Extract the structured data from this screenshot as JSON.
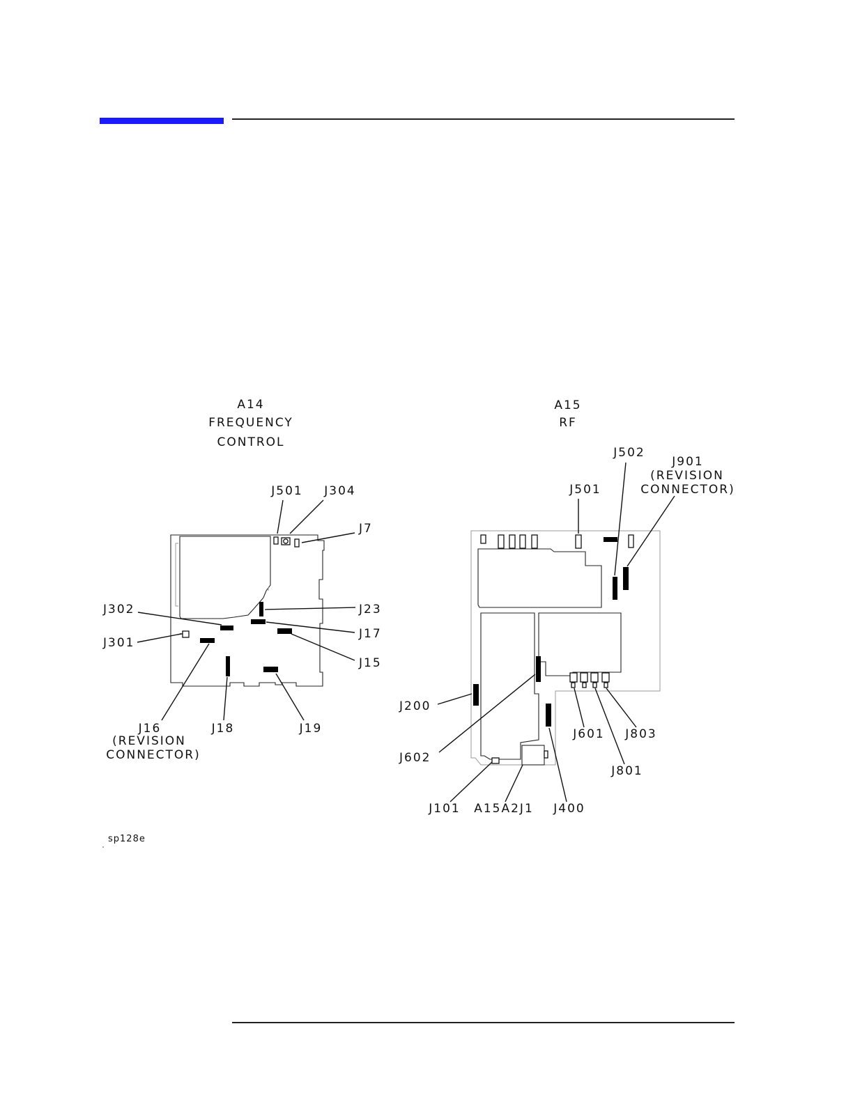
{
  "figure_id": "sp128e",
  "boards": [
    {
      "id": "a14",
      "title": [
        "A14",
        "FREQUENCY",
        "CONTROL"
      ],
      "labels": {
        "j501": "J501",
        "j304": "J304",
        "j7": "J7",
        "j23": "J23",
        "j302": "J302",
        "j17": "J17",
        "j301": "J301",
        "j15": "J15",
        "j16": "J16",
        "j16_note_1": "(REVISION",
        "j16_note_2": "CONNECTOR)",
        "j18": "J18",
        "j19": "J19"
      }
    },
    {
      "id": "a15",
      "title": [
        "A15",
        "RF"
      ],
      "labels": {
        "j502": "J502",
        "j901": "J901",
        "j901_note_1": "(REVISION",
        "j901_note_2": "CONNECTOR)",
        "j501": "J501",
        "j200": "J200",
        "j602": "J602",
        "j601": "J601",
        "j803": "J803",
        "j801": "J801",
        "j101": "J101",
        "a15a2j1": "A15A2J1",
        "j400": "J400"
      }
    }
  ]
}
